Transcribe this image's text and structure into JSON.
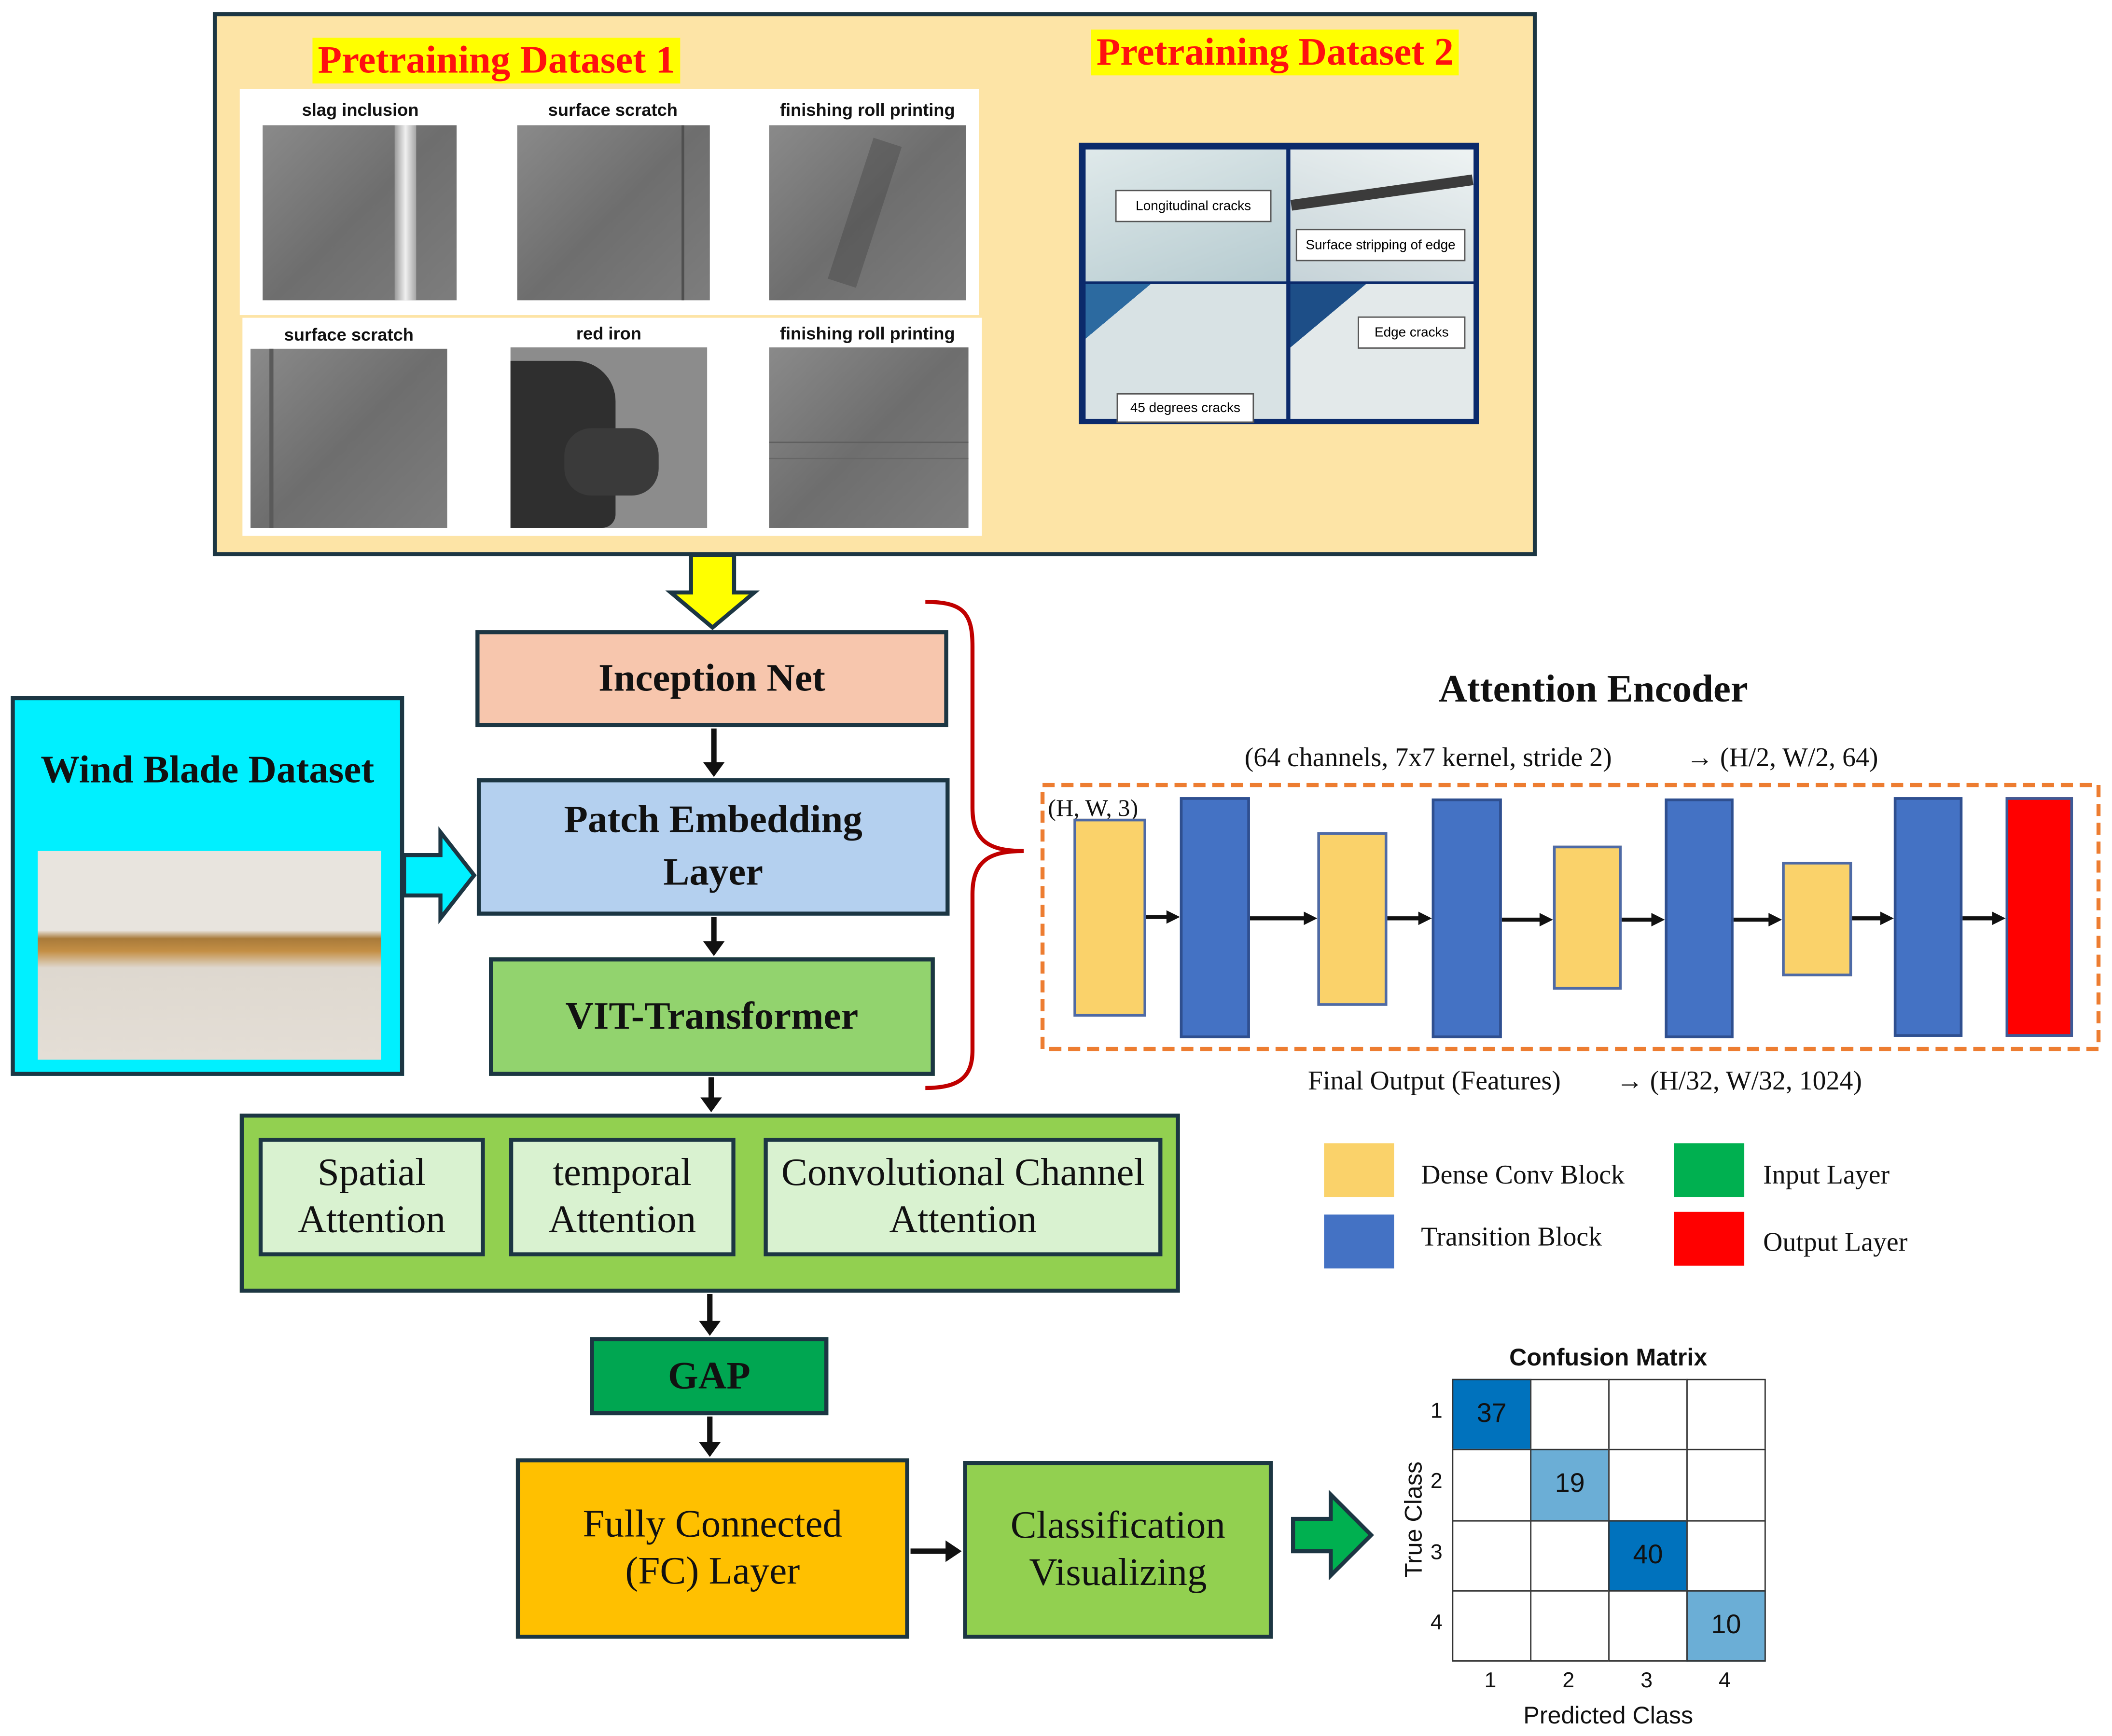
{
  "pretraining": {
    "dataset1_title": "Pretraining Dataset 1",
    "dataset2_title": "Pretraining Dataset 2",
    "dataset1_labels": [
      "slag inclusion",
      "surface scratch",
      "finishing roll printing",
      "surface scratch",
      "red iron",
      "finishing roll printing"
    ],
    "dataset2_labels": [
      "Longitudinal cracks",
      "Surface stripping of edge",
      "Edge cracks",
      "45 degrees cracks"
    ]
  },
  "flow": {
    "inception": "Inception Net",
    "patch_embedding": "Patch Embedding Layer",
    "vit": "VIT-Transformer",
    "spatial": "Spatial Attention",
    "temporal": "temporal Attention",
    "channel": "Convolutional Channel Attention",
    "gap": "GAP",
    "fc": "Fully Connected (FC) Layer",
    "classification": "Classification Visualizing"
  },
  "wind_blade": {
    "title": "Wind Blade Dataset"
  },
  "encoder": {
    "title": "Attention Encoder",
    "top_note": "(64  channels, 7x7 kernel, stride 2)",
    "top_arrow_note": "→ (H/2, W/2,   64)",
    "input_label": "(H, W, 3)",
    "bottom_note": "Final Output (Features)",
    "bottom_arrow_note": "→ (H/32, W/32, 1024)",
    "legend": {
      "dense": "Dense Conv Block",
      "transition": "Transition Block",
      "input": "Input Layer",
      "output": "Output Layer"
    },
    "colors": {
      "dense": "#fad26a",
      "transition": "#4472c4",
      "input": "#00b050",
      "output": "#ff0000"
    }
  },
  "confusion": {
    "title": "Confusion Matrix",
    "xlabel": "Predicted Class",
    "ylabel": "True Class",
    "ticks": [
      "1",
      "2",
      "3",
      "4"
    ],
    "values": [
      "37",
      "19",
      "40",
      "10"
    ]
  }
}
